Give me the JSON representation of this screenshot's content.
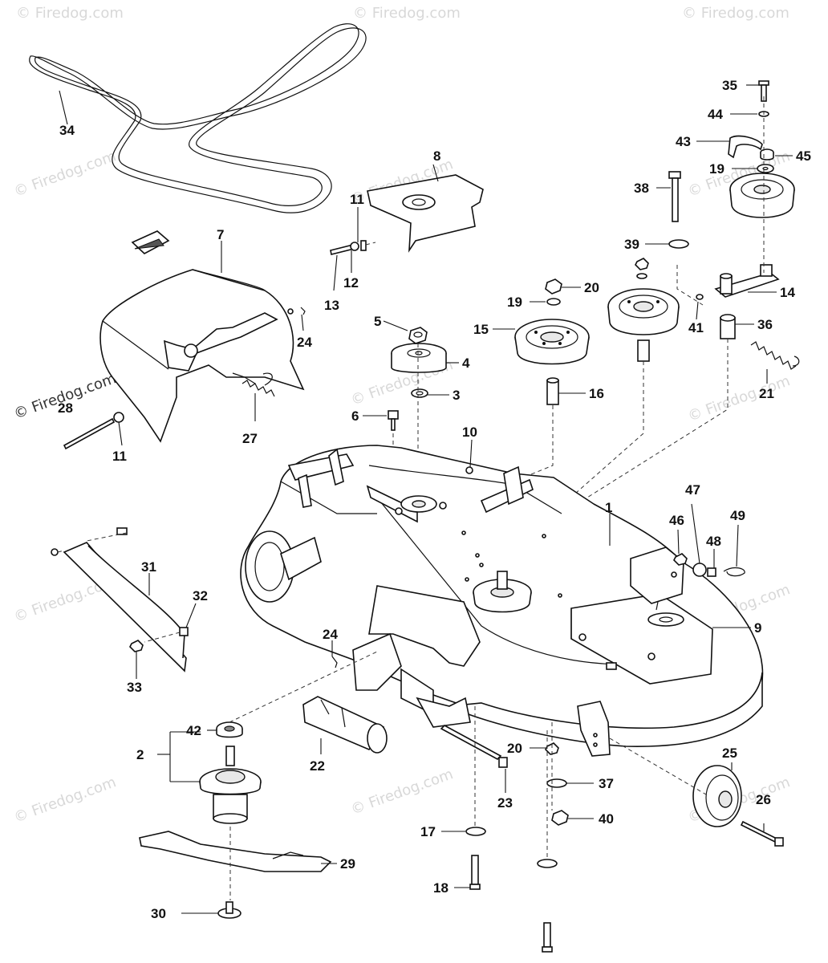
{
  "watermark": "© Firedog.com",
  "callouts": [
    {
      "id": "lbl-34",
      "text": "34"
    },
    {
      "id": "lbl-8",
      "text": "8"
    },
    {
      "id": "lbl-11a",
      "text": "11"
    },
    {
      "id": "lbl-12",
      "text": "12"
    },
    {
      "id": "lbl-13",
      "text": "13"
    },
    {
      "id": "lbl-7",
      "text": "7"
    },
    {
      "id": "lbl-24a",
      "text": "24"
    },
    {
      "id": "lbl-28",
      "text": "28"
    },
    {
      "id": "lbl-11b",
      "text": "11"
    },
    {
      "id": "lbl-27",
      "text": "27"
    },
    {
      "id": "lbl-5",
      "text": "5"
    },
    {
      "id": "lbl-4",
      "text": "4"
    },
    {
      "id": "lbl-3",
      "text": "3"
    },
    {
      "id": "lbl-6",
      "text": "6"
    },
    {
      "id": "lbl-20a",
      "text": "20"
    },
    {
      "id": "lbl-19a",
      "text": "19"
    },
    {
      "id": "lbl-15",
      "text": "15"
    },
    {
      "id": "lbl-16",
      "text": "16"
    },
    {
      "id": "lbl-35",
      "text": "35"
    },
    {
      "id": "lbl-44",
      "text": "44"
    },
    {
      "id": "lbl-43",
      "text": "43"
    },
    {
      "id": "lbl-45",
      "text": "45"
    },
    {
      "id": "lbl-19b",
      "text": "19"
    },
    {
      "id": "lbl-38",
      "text": "38"
    },
    {
      "id": "lbl-39",
      "text": "39"
    },
    {
      "id": "lbl-14",
      "text": "14"
    },
    {
      "id": "lbl-41",
      "text": "41"
    },
    {
      "id": "lbl-36",
      "text": "36"
    },
    {
      "id": "lbl-21",
      "text": "21"
    },
    {
      "id": "lbl-10",
      "text": "10"
    },
    {
      "id": "lbl-1",
      "text": "1"
    },
    {
      "id": "lbl-47",
      "text": "47"
    },
    {
      "id": "lbl-46",
      "text": "46"
    },
    {
      "id": "lbl-49",
      "text": "49"
    },
    {
      "id": "lbl-48",
      "text": "48"
    },
    {
      "id": "lbl-9",
      "text": "9"
    },
    {
      "id": "lbl-31",
      "text": "31"
    },
    {
      "id": "lbl-32",
      "text": "32"
    },
    {
      "id": "lbl-33",
      "text": "33"
    },
    {
      "id": "lbl-24b",
      "text": "24"
    },
    {
      "id": "lbl-42",
      "text": "42"
    },
    {
      "id": "lbl-2",
      "text": "2"
    },
    {
      "id": "lbl-22",
      "text": "22"
    },
    {
      "id": "lbl-20b",
      "text": "20"
    },
    {
      "id": "lbl-23",
      "text": "23"
    },
    {
      "id": "lbl-37",
      "text": "37"
    },
    {
      "id": "lbl-25",
      "text": "25"
    },
    {
      "id": "lbl-26",
      "text": "26"
    },
    {
      "id": "lbl-40",
      "text": "40"
    },
    {
      "id": "lbl-17",
      "text": "17"
    },
    {
      "id": "lbl-29",
      "text": "29"
    },
    {
      "id": "lbl-18",
      "text": "18"
    },
    {
      "id": "lbl-30",
      "text": "30"
    }
  ]
}
